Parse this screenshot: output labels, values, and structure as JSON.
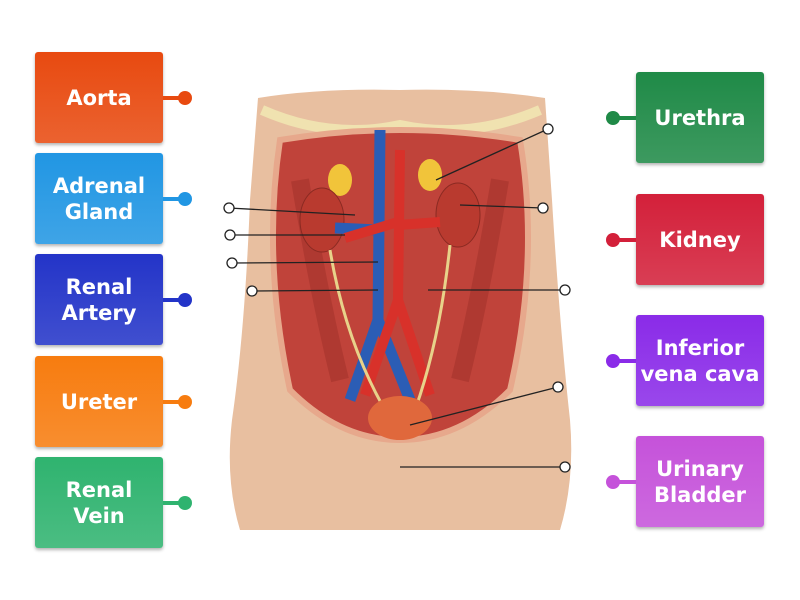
{
  "labels_left": [
    {
      "text": "Aorta",
      "color": "#e84a10"
    },
    {
      "text": "Adrenal\nGland",
      "color": "#2196e3"
    },
    {
      "text": "Renal\nArtery",
      "color": "#2334c8"
    },
    {
      "text": "Ureter",
      "color": "#f77c0f"
    },
    {
      "text": "Renal\nVein",
      "color": "#2fb36f"
    }
  ],
  "labels_right": [
    {
      "text": "Urethra",
      "color": "#1f8a47"
    },
    {
      "text": "Kidney",
      "color": "#d3203a"
    },
    {
      "text": "Inferior\nvena cava",
      "color": "#8a2be8"
    },
    {
      "text": "Urinary\nBladder",
      "color": "#c552da"
    }
  ]
}
